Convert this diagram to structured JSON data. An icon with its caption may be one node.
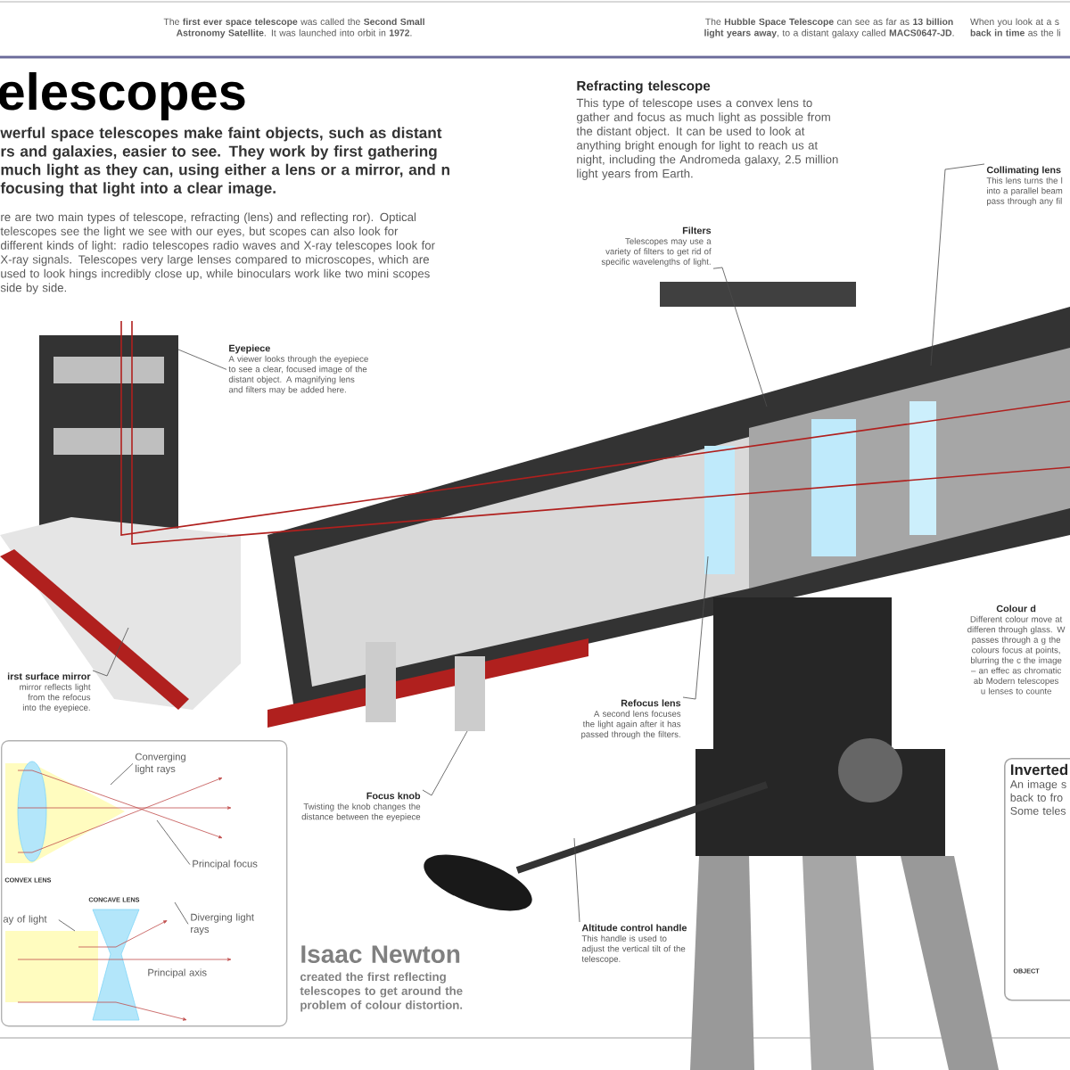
{
  "diagram": {
    "title": "elescopes",
    "nodes": [
      {
        "text": [
          "Eyepiece",
          "A viewer looks through the eyepiece to see a clear, focused image of the distant object. A magnifying lens and filters may be added here."
        ]
      },
      {
        "text": [
          "Filters",
          "Telescopes may use a variety of filters to get rid of specific wavelengths of light."
        ]
      },
      {
        "text": [
          "Collimating lens",
          "This lens turns the l into a parallel beam pass through any fil"
        ]
      },
      {
        "text": [
          "irst surface mirror",
          "mirror reflects light from the refocus into the eyepiece."
        ]
      },
      {
        "text": [
          "Refocus lens",
          "A second lens focuses the light again after it has passed through the filters."
        ]
      },
      {
        "text": [
          "Focus knob",
          "Twisting the knob changes the distance between the eyepiece"
        ]
      },
      {
        "text": [
          "Colour d",
          "Different colour move at differen through glass. W passes through a g the colours focus at points, blurring the c the image – an effec as chromatic ab Modern telescopes u lenses to counte"
        ]
      },
      {
        "text": [
          "Altitude control handle",
          "This handle is used to adjust the vertical tilt of the telescope."
        ]
      },
      {
        "text": [
          "Inverted",
          "An image s back to fro Some teles"
        ]
      },
      {
        "text": [],
        "shape": "box"
      },
      {
        "text": [
          "Converging light rays"
        ],
        "in": 9
      },
      {
        "text": [
          "Principal focus"
        ],
        "in": 9
      },
      {
        "text": [
          "CONVEX LENS"
        ],
        "in": 9
      },
      {
        "text": [
          "CONCAVE LENS"
        ],
        "in": 9
      },
      {
        "text": [
          "ay of light"
        ],
        "in": 9
      },
      {
        "text": [
          "Diverging light rays"
        ],
        "in": 9
      },
      {
        "text": [
          "Principal axis"
        ],
        "in": 9
      },
      {
        "text": [
          "OBJECT"
        ],
        "in": 8
      }
    ],
    "edges": [
      {
        "from": 0,
        "to": null,
        "arrow": "none"
      },
      {
        "from": 1,
        "to": null,
        "arrow": "none"
      },
      {
        "from": 2,
        "to": null,
        "arrow": "none"
      },
      {
        "from": 3,
        "to": null,
        "arrow": "none"
      },
      {
        "from": 4,
        "to": null,
        "arrow": "none"
      },
      {
        "from": 5,
        "to": null,
        "arrow": "none"
      },
      {
        "from": 7,
        "to": null,
        "arrow": "none"
      },
      {
        "from": 10,
        "to": null,
        "arrow": "none"
      },
      {
        "from": 11,
        "to": null,
        "arrow": "none"
      },
      {
        "from": 14,
        "to": null,
        "arrow": "none"
      },
      {
        "from": 15,
        "to": null,
        "arrow": "none"
      }
    ],
    "labels": [
      "The **first ever space telescope** was called the **Second Small Astronomy Satellite**. It was launched into orbit in **1972**.",
      "The **Hubble Space Telescope** can see as far as **13 billion light years away**, to a distant galaxy called **MACS0647-JD**.",
      "When you look at a s **back in time** as the li",
      "werful space telescopes make faint objects, such as distant rs and galaxies, easier to see. They work by first gathering much light as they can, using either a lens or a mirror, and n focusing that light into a clear image.",
      "re are two main types of telescope, refracting (lens) and reflecting ror). Optical telescopes see the light we see with our eyes, but scopes can also look for different kinds of light: radio telescopes radio waves and X-ray telescopes look for X-ray signals. Telescopes very large lenses compared to microscopes, which are used to look hings incredibly close up, while binoculars work like two mini scopes side by side.",
      "Refracting telescope",
      "This type of telescope uses a convex lens to gather and focus as much light as possible from the distant object. It can be used to look at anything bright enough for light to reach us at night, including the Andromeda galaxy, 2.5 million light years from Earth.",
      "Isaac Newton",
      "created the first reflecting telescopes to get around the problem of colour distortion."
    ]
  }
}
